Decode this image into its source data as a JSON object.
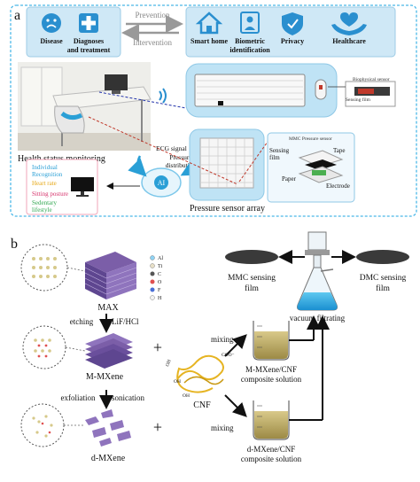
{
  "panel_a": {
    "label": "a",
    "left_icons": [
      {
        "label": "Disease",
        "icon": "sad-face-icon"
      },
      {
        "label": "Diagnoses",
        "label2": "and treatment",
        "icon": "medical-cross-icon"
      }
    ],
    "arrows": {
      "prevention": "Prevention",
      "intervention": "Intervention"
    },
    "right_icons": [
      {
        "label": "Smart home",
        "icon": "house-icon"
      },
      {
        "label": "Biometric",
        "label2": "identification",
        "icon": "biometric-person-icon"
      },
      {
        "label": "Privacy",
        "icon": "shield-icon"
      },
      {
        "label": "Healthcare",
        "icon": "hands-heart-icon"
      }
    ],
    "health_status": "Health status monitoring",
    "ecg_signal": "ECG signal",
    "pressure_distribution": {
      "line1": "Pressure",
      "line2": "distribution"
    },
    "ai": "AI",
    "recognition": [
      {
        "text": "Individual",
        "color": "#2a9fd6"
      },
      {
        "text": "Recognition",
        "color": "#2a9fd6"
      },
      {
        "text": "Heart rate",
        "color": "#e6a817"
      },
      {
        "text": "Sitting posture",
        "color": "#d6336c"
      },
      {
        "text": "Sedentary",
        "color": "#34a853"
      },
      {
        "text": "lifestyle",
        "color": "#34a853"
      }
    ],
    "pressure_sensor_array": "Pressure sensor array",
    "biophysical_sensor": "Biophysical sensor",
    "sensing_film_top": "Sensing film",
    "mmc_pressure_sensor": "MMC Pressure sensor",
    "sensing_film": {
      "line1": "Sensing",
      "line2": "film"
    },
    "tape": "Tape",
    "paper": "Paper",
    "electrode": "Electrode"
  },
  "panel_b": {
    "label": "b",
    "max": "MAX",
    "legend": [
      {
        "symbol": "Al",
        "color": "#8fd3f4"
      },
      {
        "symbol": "Ti",
        "color": "#e8e0c8"
      },
      {
        "symbol": "C",
        "color": "#555555"
      },
      {
        "symbol": "O",
        "color": "#e05050"
      },
      {
        "symbol": "F",
        "color": "#4a6fd6"
      },
      {
        "symbol": "H",
        "color": "#f2f2f2"
      }
    ],
    "etching": "etching",
    "lif_hcl": "LiF/HCl",
    "m_mxene": "M-MXene",
    "exfoliation": "exfoliation",
    "sonication": "sonication",
    "d_mxene": "d-MXene",
    "plus": "+",
    "mixing": "mixing",
    "cnf": "CNF",
    "cnf_groups": {
      "oh1": "OH",
      "oh2": "OH",
      "oh3": "OH",
      "coo": "COO⁻"
    },
    "m_composite": {
      "line1": "M-MXene/CNF",
      "line2": "composite solution"
    },
    "d_composite": {
      "line1": "d-MXene/CNF",
      "line2": "composite solution"
    },
    "vacuum": "vacuum filtrating",
    "mmc_film": {
      "line1": "MMC sensing",
      "line2": "film"
    },
    "dmc_film": {
      "line1": "DMC sensing",
      "line2": "film"
    }
  }
}
